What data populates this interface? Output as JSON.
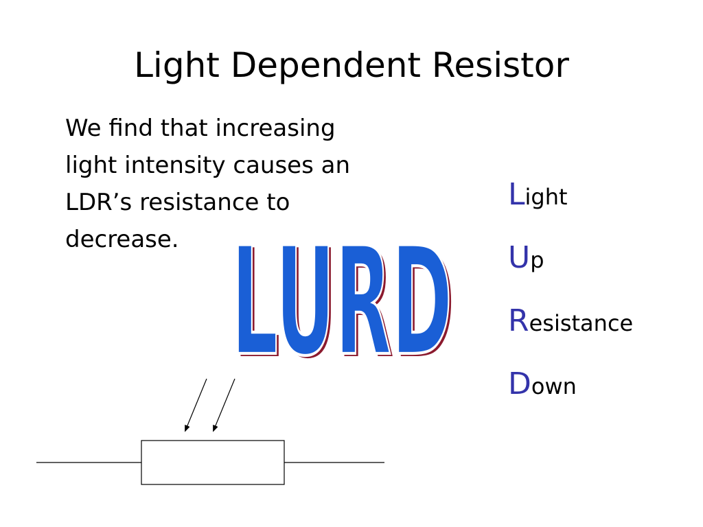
{
  "slide": {
    "title": "Light Dependent Resistor",
    "body_lines": [
      "We find that increasing",
      "light intensity causes an",
      "LDR’s resistance to",
      "decrease."
    ],
    "wordart_text": "LURD",
    "mnemonic": [
      {
        "cap": "L",
        "rest": "ight"
      },
      {
        "cap": "U",
        "rest": "p"
      },
      {
        "cap": "R",
        "rest": "esistance"
      },
      {
        "cap": "D",
        "rest": "own"
      }
    ]
  },
  "colors": {
    "wordart_fill": "#1a5fd6",
    "wordart_outline": "#ffffff",
    "wordart_shadow": "#8b1a2e",
    "mnemonic_capital": "#3333aa",
    "text": "#000000"
  },
  "icons": {
    "ldr_symbol": "light-dependent-resistor-icon"
  }
}
